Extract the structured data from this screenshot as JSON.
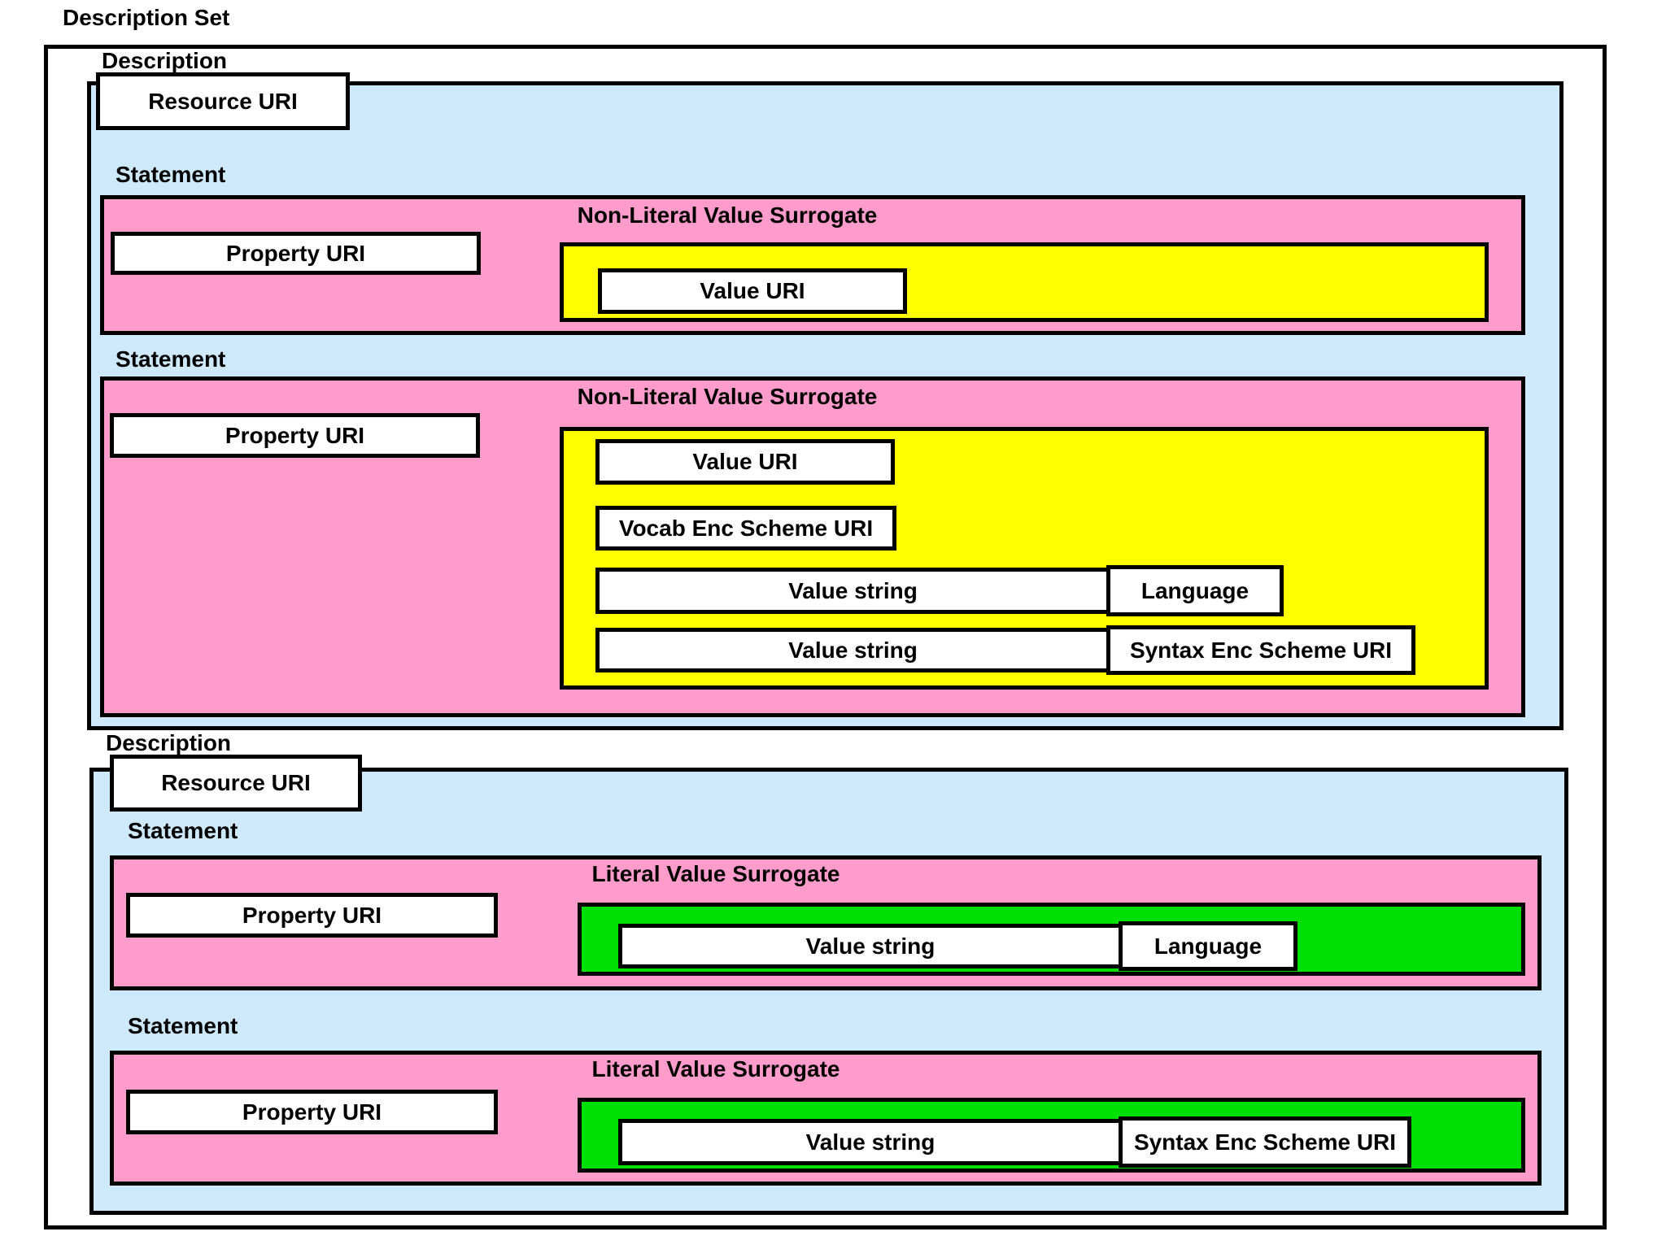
{
  "diagram_title": "Description Set",
  "labels": {
    "description_set": "Description Set",
    "description": "Description",
    "resource_uri": "Resource URI",
    "statement": "Statement",
    "non_literal_value_surrogate": "Non-Literal Value Surrogate",
    "literal_value_surrogate": "Literal Value Surrogate",
    "property_uri": "Property URI",
    "value_uri": "Value URI",
    "vocab_enc_scheme_uri": "Vocab Enc Scheme URI",
    "value_string": "Value string",
    "language": "Language",
    "syntax_enc_scheme_uri": "Syntax Enc Scheme URI"
  },
  "colors": {
    "description_fill": "#cde9fb",
    "statement_fill": "#ff9ccb",
    "non_literal_fill": "#ffff00",
    "literal_fill": "#00e000",
    "box_fill": "#ffffff",
    "page_bg": "#ffffff",
    "border_color": "#000000",
    "text_color": "#000000"
  }
}
